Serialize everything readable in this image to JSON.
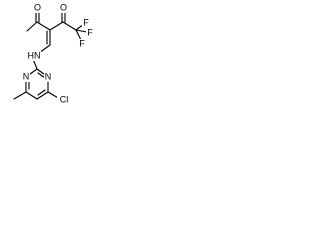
{
  "molecule": {
    "atoms": {
      "oxygen_left": "O",
      "oxygen_right": "O",
      "fluorine_top": "F",
      "fluorine_right": "F",
      "fluorine_bottom": "F",
      "amine": "HN",
      "ring_nitrogen_upper": "N",
      "ring_nitrogen_lower": "N",
      "chlorine": "Cl"
    }
  }
}
